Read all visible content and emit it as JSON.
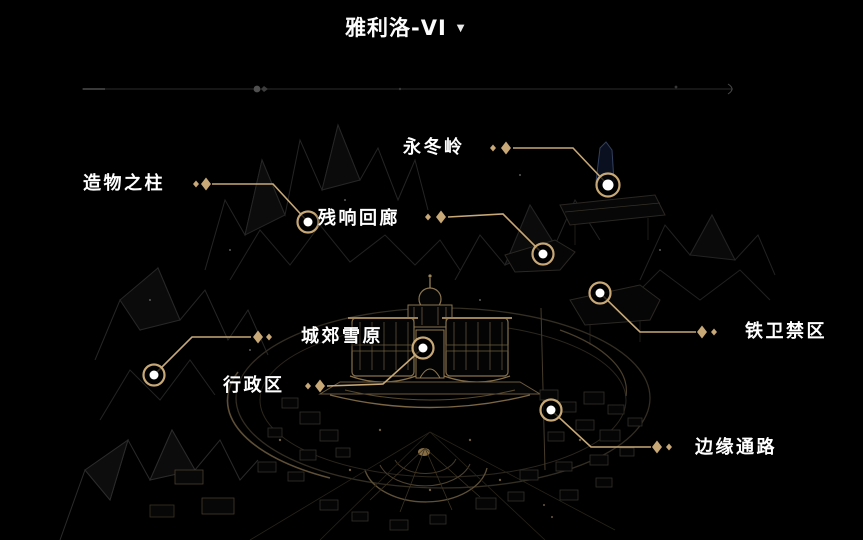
{
  "header": {
    "title": "雅利洛-VI",
    "dropdown_icon": "▼"
  },
  "colors": {
    "accent": "#c7a876",
    "label": "#ffffff",
    "background": "#000000"
  },
  "locations": [
    {
      "name": "pillars-of-creation",
      "label": "造物之柱"
    },
    {
      "name": "corridor-of-fading-echoes",
      "label": "残响回廊"
    },
    {
      "name": "everwinter-hill",
      "label": "永冬岭"
    },
    {
      "name": "silvermane-guard-restricted-zone",
      "label": "铁卫禁区"
    },
    {
      "name": "outlying-snow-plains",
      "label": "城郊雪原"
    },
    {
      "name": "administrative-district",
      "label": "行政区"
    },
    {
      "name": "backwater-pass",
      "label": "边缘通路"
    }
  ]
}
